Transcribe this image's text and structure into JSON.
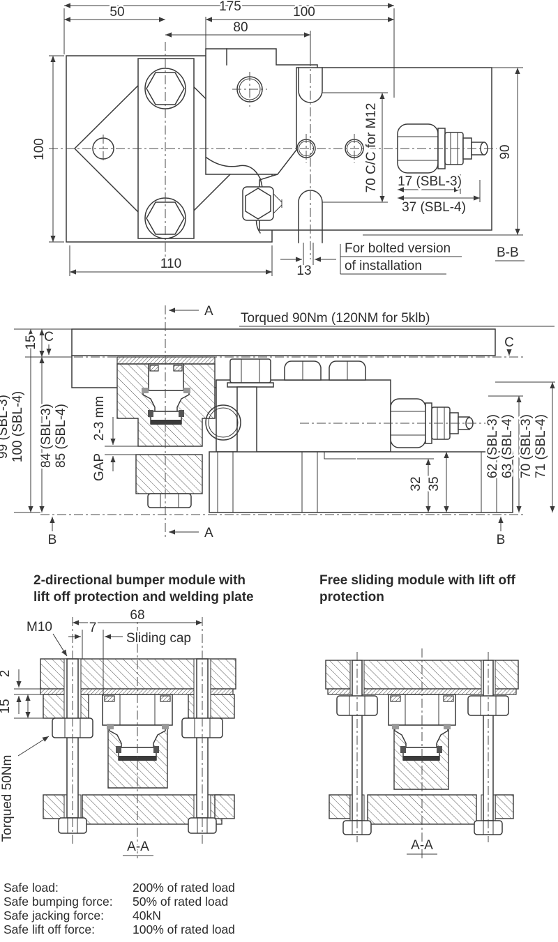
{
  "top_view": {
    "dim_175": "175",
    "dim_50": "50",
    "dim_100_top": "100",
    "dim_80": "80",
    "dim_100_left": "100",
    "dim_110": "110",
    "dim_90": "90",
    "dim_70cc": "70 C/C for M12",
    "dim_17": "17 (SBL-3)",
    "dim_37": "37 (SBL-4)",
    "dim_13": "13",
    "note_line1": "For bolted version",
    "note_line2": "of installation",
    "section_label": "B-B"
  },
  "section_view": {
    "torque_note": "Torqued 90Nm (120NM for 5klb)",
    "label_a": "A",
    "label_b": "B",
    "label_c": "C",
    "dim_15": "15",
    "dim_99": "99 (SBL-3)",
    "dim_100": "100 (SBL-4)",
    "dim_84": "84 (SBL-3)",
    "dim_85": "85 (SBL-4)",
    "gap_label": "GAP",
    "gap_value": "2-3 mm",
    "dim_32": "32",
    "dim_35": "35",
    "dim_62": "62 (SBL-3)",
    "dim_63": "63 (SBL-4)",
    "dim_70": "70 (SBL-3)",
    "dim_71": "71 (SBL-4)"
  },
  "modules": {
    "left_title_line1": "2-directional bumper module with",
    "left_title_line2": "lift off protection and welding plate",
    "right_title_line1": "Free sliding module with lift off",
    "right_title_line2": "protection",
    "dim_m10": "M10",
    "dim_68": "68",
    "dim_7": "7",
    "sliding_cap_label": "Sliding cap",
    "dim_2": "2",
    "dim_15": "15",
    "torque_note": "Torqued 50Nm",
    "section_label": "A-A"
  },
  "safety_specs": {
    "rows": [
      {
        "label": "Safe load:",
        "value": "200% of rated load"
      },
      {
        "label": "Safe bumping force:",
        "value": "50% of rated load"
      },
      {
        "label": "Safe jacking force:",
        "value": "40kN"
      },
      {
        "label": "Safe lift off force:",
        "value": "100% of rated load"
      }
    ]
  }
}
